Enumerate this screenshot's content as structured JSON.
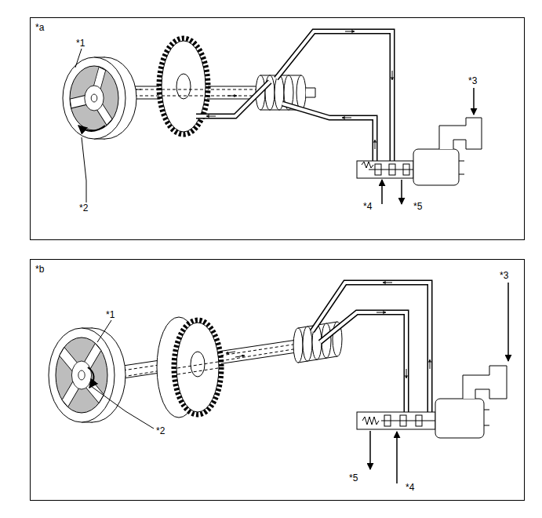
{
  "diagram": {
    "nodes": [
      {
        "text": [
          "*a"
        ]
      },
      {
        "text": [
          "*b"
        ]
      }
    ],
    "labels": [
      "*1",
      "*2",
      "*3",
      "*4",
      "*5",
      "*1",
      "*2",
      "*3",
      "*5",
      "*4"
    ]
  }
}
